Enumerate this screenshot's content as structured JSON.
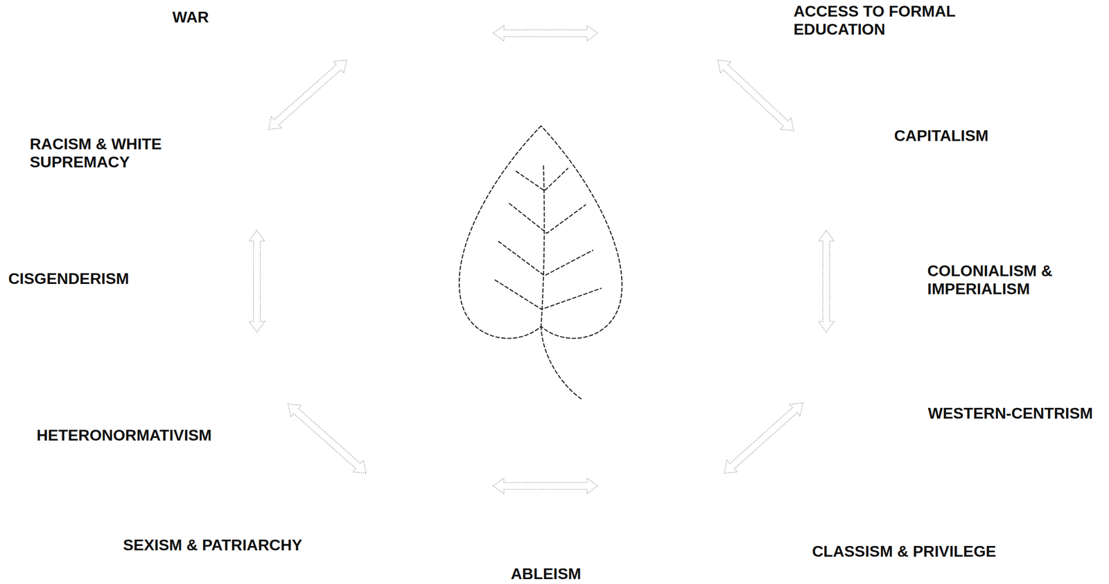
{
  "diagram": {
    "labels": [
      "WAR",
      "ACCESS TO FORMAL EDUCATION",
      "CAPITALISM",
      "RACISM & WHITE SUPREMACY",
      "COLONIALISM & IMPERIALISM",
      "CISGENDERISM",
      "WESTERN-CENTRISM",
      "HETERONORMATIVISM",
      "SEXISM & PATRIARCHY",
      "CLASSISM & PRIVILEGE",
      "ABLEISM"
    ]
  }
}
